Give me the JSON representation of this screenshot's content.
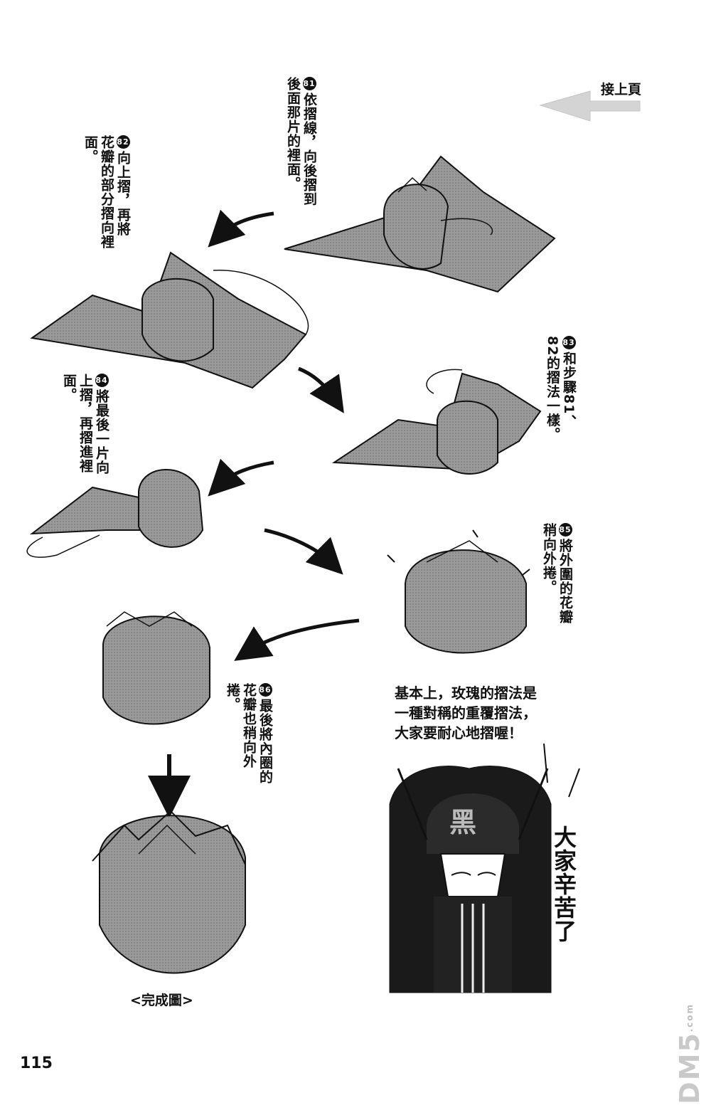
{
  "page": {
    "continue_label": "接上頁",
    "page_number": "115",
    "finished_caption": "<完成圖>",
    "watermark": "DM5",
    "watermark_suffix": ".com"
  },
  "steps": [
    {
      "num": "81",
      "text": "依摺線，向後摺到後面那片的裡面。"
    },
    {
      "num": "82",
      "text": "向上摺，再將花瓣的部分摺向裡面。"
    },
    {
      "num": "83",
      "text": "和步驟81、82的摺法一樣。"
    },
    {
      "num": "84",
      "text": "將最後一片向上摺，再摺進裡面。"
    },
    {
      "num": "85",
      "text": "將外圍的花瓣稍向外捲。"
    },
    {
      "num": "86",
      "text": "最後將內圈的花瓣也稍向外捲。"
    }
  ],
  "note": {
    "lines": [
      "基本上，玫瑰的摺法是",
      "一種對稱的重覆摺法，",
      "大家要耐心地摺喔！"
    ]
  },
  "character": {
    "speech": "大家辛苦了",
    "helmet_mark": "黑"
  }
}
